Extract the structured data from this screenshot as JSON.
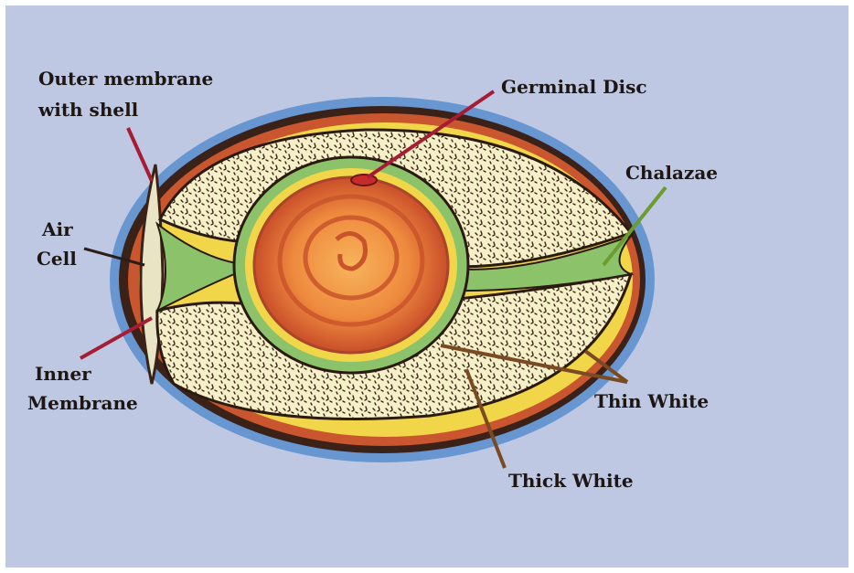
{
  "labels": {
    "outer_membrane_line1": "Outer membrane",
    "outer_membrane_line2": "with shell",
    "germinal_disc": "Germinal Disc",
    "chalazae": "Chalazae",
    "air_cell_line1": "Air",
    "air_cell_line2": "Cell",
    "inner_membrane_line1": "Inner",
    "inner_membrane_line2": "Membrane",
    "thin_white": "Thin White",
    "thick_white": "Thick White"
  },
  "colors": {
    "background": "#bec8e3",
    "shell_outline": "#2b1d17",
    "shell_halo": "#4a86c9",
    "outer_white": "#f1d64a",
    "thick_white": "#f6f0c8",
    "chalazae": "#8cc36a",
    "yolk_outer": "#d8653a",
    "yolk_inner": "#f2a04e",
    "leader_red": "#a61c34",
    "leader_green": "#6a9c2e",
    "leader_brown": "#7a4a22"
  }
}
